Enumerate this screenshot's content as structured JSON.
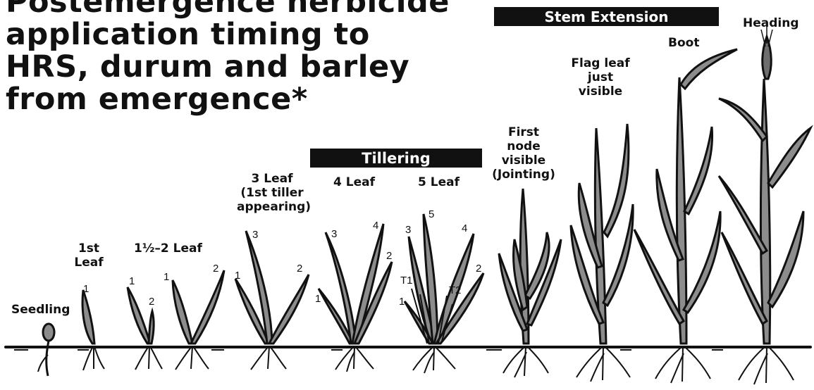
{
  "title": {
    "lines": [
      "Postemergence herbicide",
      "application timing to",
      "HRS, durum and barley",
      "from emergence*"
    ]
  },
  "stage_groups": {
    "stem_extension": "Stem Extension",
    "tillering": "Tillering"
  },
  "stages": {
    "seedling": "Seedling",
    "first_leaf": [
      "1st",
      "Leaf"
    ],
    "one_half_two_leaf": "1½–2 Leaf",
    "three_leaf": [
      "3 Leaf",
      "(1st tiller",
      "appearing)"
    ],
    "four_leaf": "4 Leaf",
    "five_leaf": "5 Leaf",
    "jointing": [
      "First",
      "node",
      "visible",
      "(Jointing)"
    ],
    "flag_leaf": [
      "Flag leaf",
      "just",
      "visible"
    ],
    "boot": "Boot",
    "heading": "Heading"
  },
  "leaf_numbers": {
    "first_leaf": [
      "1"
    ],
    "half_leaf_a": [
      "1",
      "2"
    ],
    "half_leaf_b": [
      "1",
      "2"
    ],
    "three_leaf": [
      "1",
      "2",
      "3"
    ],
    "four_leaf": [
      "1",
      "2",
      "3",
      "4"
    ],
    "five_leaf": [
      "1",
      "2",
      "3",
      "4",
      "5"
    ],
    "tillers": [
      "T1",
      "T2"
    ]
  },
  "colors": {
    "leaf_fill": "#8c8c8c",
    "outline": "#111111",
    "band": "#111111",
    "band_text": "#ffffff",
    "text": "#111111"
  }
}
